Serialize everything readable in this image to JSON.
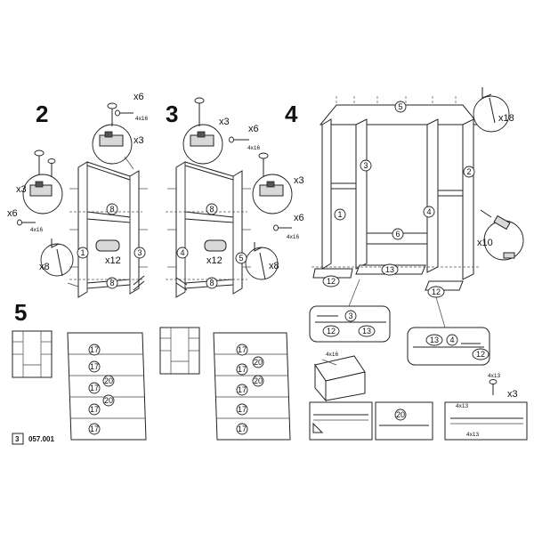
{
  "steps": {
    "s2": "2",
    "s3": "3",
    "s4": "4",
    "s5": "5"
  },
  "parts": {
    "p1": "1",
    "p2": "2",
    "p3": "3",
    "p4": "4",
    "p5": "5",
    "p6": "6",
    "p8": "8",
    "p12": "12",
    "p13": "13",
    "p17": "17",
    "p20": "20"
  },
  "quantities": {
    "x3": "x3",
    "x6": "x6",
    "x8": "x8",
    "x10": "x10",
    "x12": "x12",
    "x18": "x18"
  },
  "screw_sizes": {
    "s4x16": "4x16",
    "s4x13": "4x13"
  },
  "footer": {
    "page": "3",
    "code": "057.001"
  }
}
